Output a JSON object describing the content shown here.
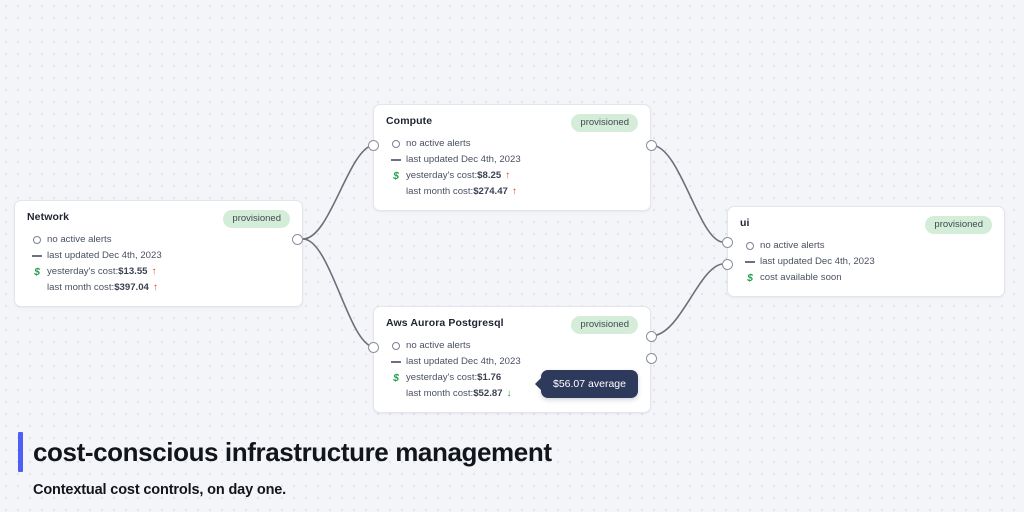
{
  "canvas": {
    "background_color": "#f4f5f9",
    "dot_color": "#dcdfe8",
    "edge_color": "#6b6f7a"
  },
  "nodes": [
    {
      "id": "network",
      "title": "Network",
      "badge": "provisioned",
      "rows": [
        {
          "icon": "bell-outline-icon",
          "text": "no active alerts",
          "value": "",
          "trend": ""
        },
        {
          "icon": "dashed-line-icon",
          "text": "last updated Dec 4th, 2023",
          "value": "",
          "trend": ""
        },
        {
          "icon": "dollar-icon",
          "text": "yesterday's cost: ",
          "value": "$13.55",
          "trend": "up"
        },
        {
          "icon": "none",
          "text": "last month cost: ",
          "value": "$397.04",
          "trend": "up"
        }
      ]
    },
    {
      "id": "compute",
      "title": "Compute",
      "badge": "provisioned",
      "rows": [
        {
          "icon": "bell-outline-icon",
          "text": "no active alerts",
          "value": "",
          "trend": ""
        },
        {
          "icon": "dashed-line-icon",
          "text": "last updated Dec 4th, 2023",
          "value": "",
          "trend": ""
        },
        {
          "icon": "dollar-icon",
          "text": "yesterday's cost: ",
          "value": "$8.25",
          "trend": "up"
        },
        {
          "icon": "none",
          "text": "last month cost: ",
          "value": "$274.47",
          "trend": "up"
        }
      ]
    },
    {
      "id": "aurora",
      "title": "Aws Aurora Postgresql",
      "badge": "provisioned",
      "rows": [
        {
          "icon": "bell-outline-icon",
          "text": "no active alerts",
          "value": "",
          "trend": ""
        },
        {
          "icon": "dashed-line-icon",
          "text": "last updated Dec 4th, 2023",
          "value": "",
          "trend": ""
        },
        {
          "icon": "dollar-icon",
          "text": "yesterday's cost: ",
          "value": "$1.76",
          "trend": ""
        },
        {
          "icon": "none",
          "text": "last month cost: ",
          "value": "$52.87",
          "trend": "down"
        }
      ]
    },
    {
      "id": "ui",
      "title": "ui",
      "badge": "provisioned",
      "rows": [
        {
          "icon": "bell-outline-icon",
          "text": "no active alerts",
          "value": "",
          "trend": ""
        },
        {
          "icon": "dashed-line-icon",
          "text": "last updated Dec 4th, 2023",
          "value": "",
          "trend": ""
        },
        {
          "icon": "dollar-icon",
          "text": "cost available soon",
          "value": "",
          "trend": ""
        }
      ]
    }
  ],
  "tooltip": {
    "label": "$56.07 average"
  },
  "caption": {
    "headline": "cost-conscious infrastructure management",
    "subhead": "Contextual cost controls, on day one.",
    "accent_color": "#4f5ff5"
  },
  "trend_symbols": {
    "up": "↑",
    "down": "↓"
  }
}
